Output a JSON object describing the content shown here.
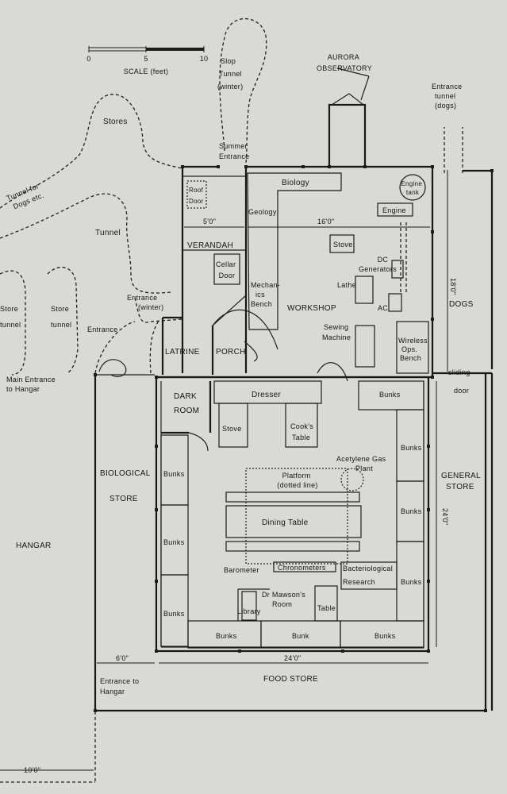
{
  "scale": {
    "title": "SCALE (feet)",
    "ticks": [
      "0",
      "5",
      "10"
    ]
  },
  "labels": {
    "slop_tunnel": [
      "Slop",
      "Tunnel",
      "(winter)"
    ],
    "aurora": [
      "AURORA",
      "OBSERVATORY"
    ],
    "entrance_tunnel_dogs": [
      "Entrance",
      "tunnel",
      "(dogs)"
    ],
    "stores": "Stores",
    "tunnel_for_dogs": [
      "Tunnel for",
      "Dogs etc."
    ],
    "tunnel": "Tunnel",
    "summer_entrance": [
      "Summer",
      "Entrance"
    ],
    "roof_door": [
      "Roof",
      "Door"
    ],
    "biology": "Biology",
    "engine_tank": [
      "Engine",
      "tank"
    ],
    "geology": "Geology",
    "engine": "Engine",
    "dim_5ft": "5'0\"",
    "dim_16ft": "16'0\"",
    "verandah": "VERANDAH",
    "stove_workshop": "Stove",
    "cellar_door": [
      "Cellar",
      "Door"
    ],
    "dc_generators": [
      "DC",
      "Generators"
    ],
    "dim_18ft": "18'0\"",
    "store_tunnel_1": [
      "Store",
      "tunnel"
    ],
    "store_tunnel_2": [
      "Store",
      "tunnel"
    ],
    "entrance_winter": [
      "Entrance",
      "(winter)"
    ],
    "mechanics_bench": [
      "Mechan-",
      "ics",
      "Bench"
    ],
    "lathe": "Lathe",
    "workshop": "WORKSHOP",
    "ac": "AC",
    "dogs": "DOGS",
    "entrance": "Entrance",
    "sewing_machine": [
      "Sewing",
      "Machine"
    ],
    "latrine": "LATRINE",
    "porch": "PORCH",
    "wireless": [
      "Wireless",
      "Ops.",
      "Bench"
    ],
    "sliding_door": [
      "sliding",
      "door"
    ],
    "main_entrance": [
      "Main Entrance",
      "to Hangar"
    ],
    "dark_room": [
      "DARK",
      "ROOM"
    ],
    "dresser": "Dresser",
    "bunks_top_right": "Bunks",
    "stove_kitchen": "Stove",
    "cooks_table": [
      "Cook's",
      "Table"
    ],
    "bunks_right_1": "Bunks",
    "biological_store": [
      "BIOLOGICAL",
      "STORE"
    ],
    "acetylene": [
      "Acetylene Gas",
      "Plant"
    ],
    "general_store": [
      "GENERAL",
      "STORE"
    ],
    "platform": [
      "Platform",
      "(dotted line)"
    ],
    "bunks_left_1": "Bunks",
    "dining_table": "Dining Table",
    "bunks_right_2": "Bunks",
    "dim_24ft_v": "24'0\"",
    "hangar": "HANGAR",
    "bunks_left_2": "Bunks",
    "barometer": "Barometer",
    "chronometers": "Chronometers",
    "bacteriological": [
      "Bacteriological",
      "Research"
    ],
    "bunks_right_3": "Bunks",
    "dr_mawson": [
      "Dr Mawson's",
      "Room"
    ],
    "library": "Library",
    "table": "Table",
    "bunks_left_3": "Bunks",
    "bunks_bottom_1": "Bunks",
    "bunk_bottom": "Bunk",
    "bunks_bottom_2": "Bunks",
    "dim_6ft": "6'0\"",
    "dim_24ft_h": "24'0\"",
    "entrance_hangar": [
      "Entrance to",
      "Hangar"
    ],
    "food_store": "FOOD  STORE",
    "dim_10ft": "10'0\""
  }
}
